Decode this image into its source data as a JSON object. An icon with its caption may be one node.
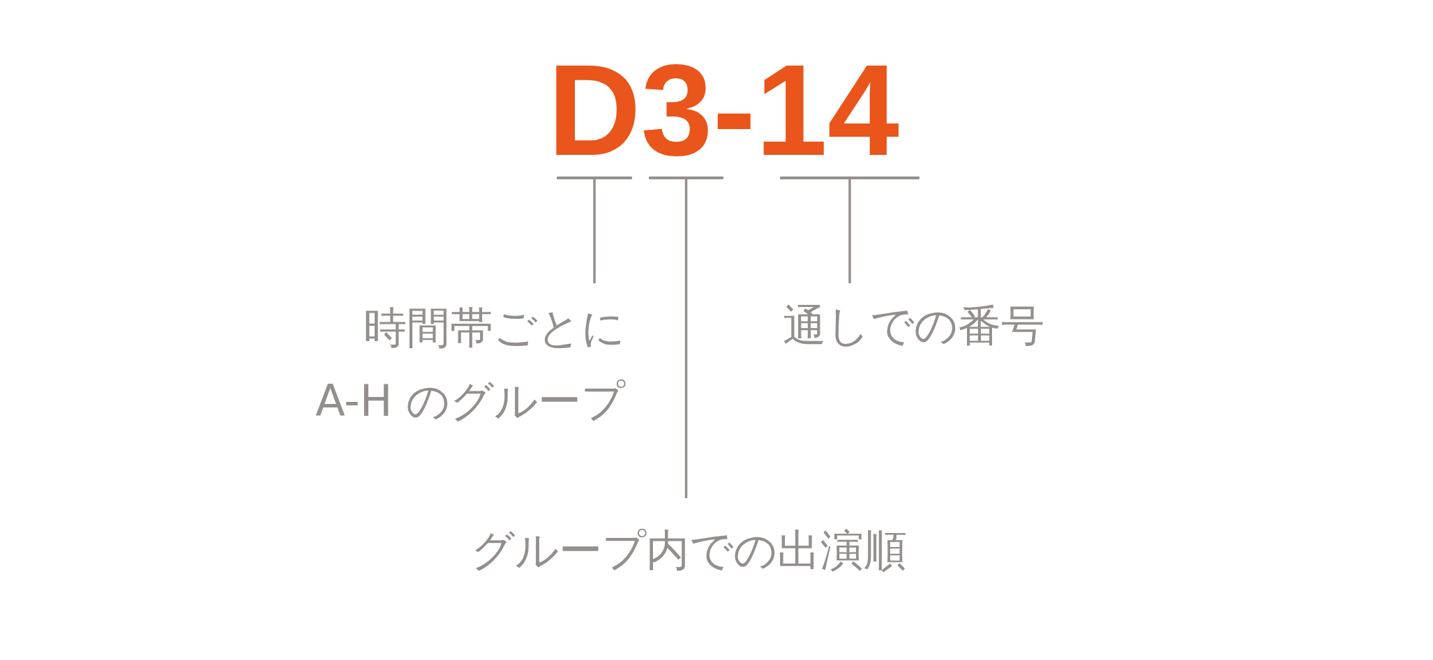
{
  "diagram": {
    "title": "D3-14",
    "nodes": [
      {
        "text": [],
        "shape": "bar"
      },
      {
        "text": [],
        "shape": "bar"
      },
      {
        "text": [],
        "shape": "bar"
      },
      {
        "text": [
          "時間帯ごとに",
          "A-H のグループ"
        ]
      },
      {
        "text": [
          "通しでの番号"
        ]
      },
      {
        "text": [
          "グループ内での出演順"
        ]
      }
    ],
    "edges": [
      {
        "from": 3,
        "to": 0,
        "arrow": "none"
      },
      {
        "from": 5,
        "to": 1,
        "arrow": "none"
      },
      {
        "from": 4,
        "to": 2,
        "arrow": "none"
      }
    ]
  }
}
